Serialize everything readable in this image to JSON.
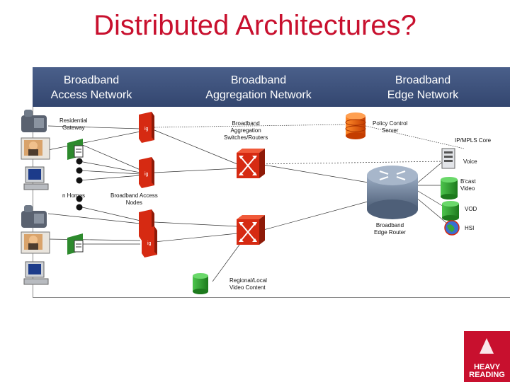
{
  "title": "Distributed Architectures?",
  "headers": {
    "access": "Broadband\nAccess Network",
    "aggregation": "Broadband\nAggregation Network",
    "edge": "Broadband\nEdge Network"
  },
  "labels": {
    "residential_gateway": "Residential\nGateway",
    "aggregation_switches": "Broadband\nAggregation\nSwitches/Routers",
    "policy_server": "Policy Control\nServer",
    "ip_mpls_core": "IP/MPLS Core",
    "voice": "Voice",
    "bcast_video": "B'cast\nVideo",
    "vod": "VOD",
    "hsi": "HSI",
    "n_homes": "n Homes",
    "access_nodes": "Broadband Access\nNodes",
    "edge_router": "Broadband\nEdge Router",
    "regional_video": "Regional/Local\nVideo Content"
  },
  "logo": {
    "line1": "HEAVY",
    "line2": "READING"
  },
  "colors": {
    "title": "#c8102e",
    "header_band": "#3a4d78",
    "access_node": "#d62a12",
    "switch": "#d62a12",
    "router": "#6d7f99",
    "database": "#e8550c",
    "video_server": "#2f9e2f"
  }
}
